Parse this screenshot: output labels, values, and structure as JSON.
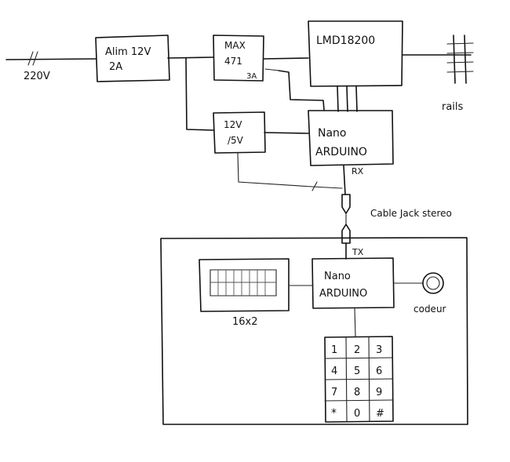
{
  "labels": {
    "input_voltage": "220V",
    "alim_line1": "Alim 12V",
    "alim_line2": "2A",
    "max_line1": "MAX",
    "max_line2": "471",
    "max_current": "3A",
    "driver": "LMD18200",
    "rails": "rails",
    "reg_line1": "12V",
    "reg_line2": "/5V",
    "nano1_line1": "Nano",
    "nano1_line2": "ARDUINO",
    "rx": "RX",
    "cable": "Cable Jack stereo",
    "tx": "TX",
    "nano2_line1": "Nano",
    "nano2_line2": "ARDUINO",
    "lcd": "16x2",
    "encoder": "codeur"
  },
  "keypad": {
    "rows": [
      [
        "1",
        "2",
        "3"
      ],
      [
        "4",
        "5",
        "6"
      ],
      [
        "7",
        "8",
        "9"
      ],
      [
        "*",
        "0",
        "#"
      ]
    ]
  }
}
